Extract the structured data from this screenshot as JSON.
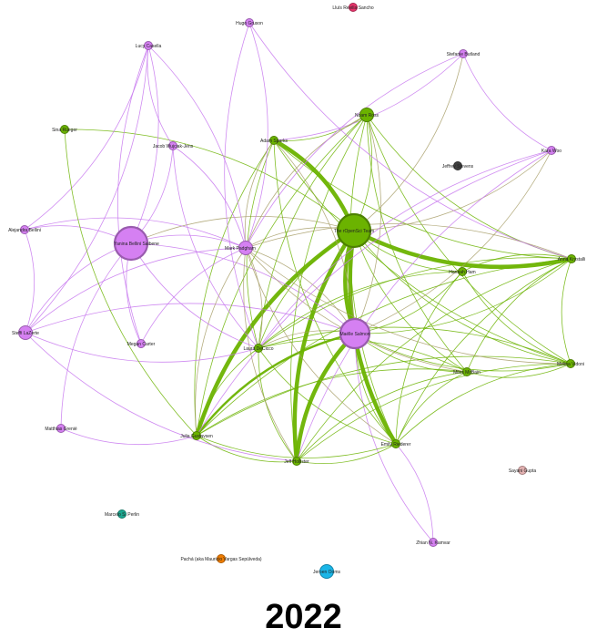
{
  "year_label": "2022",
  "colors": {
    "purple": "#d580f2",
    "green": "#6bb300",
    "green_edge": "#6bb300",
    "purple_edge": "#c777ee",
    "mixed_edge": "#a89f6a",
    "pink": "#e8336b",
    "dark": "#404040",
    "teal": "#1aa78f",
    "orange": "#f07d00",
    "cyan": "#1ab6e8",
    "rose": "#e3b1b1"
  },
  "nodes": [
    {
      "id": "llr",
      "label": "Lluís Revilla Sancho",
      "color": "pink",
      "size": "small"
    },
    {
      "id": "hug",
      "label": "Hugo Gruson",
      "color": "purple",
      "size": "small"
    },
    {
      "id": "luc",
      "label": "Lucy Casella",
      "color": "purple",
      "size": "small"
    },
    {
      "id": "stb",
      "label": "Stefanie Butland",
      "color": "purple",
      "size": "small"
    },
    {
      "id": "nro",
      "label": "Noam Ross",
      "color": "green",
      "size": "medium"
    },
    {
      "id": "sin",
      "label": "Sina Rüeger",
      "color": "green",
      "size": "small"
    },
    {
      "id": "jwj",
      "label": "Jacob Wujciak-Jens",
      "color": "purple",
      "size": "small"
    },
    {
      "id": "asp",
      "label": "Adam Sparks",
      "color": "green",
      "size": "small"
    },
    {
      "id": "kwo",
      "label": "Kara Woo",
      "color": "purple",
      "size": "small"
    },
    {
      "id": "jst",
      "label": "Jeffrey Stevens",
      "color": "dark",
      "size": "small"
    },
    {
      "id": "abe",
      "label": "Alejandra Bellini",
      "color": "purple",
      "size": "small"
    },
    {
      "id": "ybs",
      "label": "Yanina Bellini Saibene",
      "color": "purple",
      "size": "xlarge"
    },
    {
      "id": "mpa",
      "label": "Mark Padgham",
      "color": "purple",
      "size": "medium"
    },
    {
      "id": "ros",
      "label": "The rOpenSci Team",
      "color": "green",
      "size": "xlarge"
    },
    {
      "id": "abo",
      "label": "Anna Krystalli",
      "color": "green",
      "size": "small"
    },
    {
      "id": "hhe",
      "label": "Hannah Ham",
      "color": "green",
      "size": "small"
    },
    {
      "id": "sla",
      "label": "Steffi LaZerte",
      "color": "purple",
      "size": "medium"
    },
    {
      "id": "msa",
      "label": "Maëlle Salmon",
      "color": "purple",
      "size": "large"
    },
    {
      "id": "meg",
      "label": "Megan Carter",
      "color": "purple",
      "size": "small"
    },
    {
      "id": "lde",
      "label": "Laura DeCicco",
      "color": "green",
      "size": "small"
    },
    {
      "id": "mli",
      "label": "Miles McBain",
      "color": "green",
      "size": "small"
    },
    {
      "id": "mvi",
      "label": "Melina Vidoni",
      "color": "green",
      "size": "small"
    },
    {
      "id": "mgr",
      "label": "Matthias Grenié",
      "color": "purple",
      "size": "small"
    },
    {
      "id": "jgu",
      "label": "Julia Gustavsen",
      "color": "green",
      "size": "small"
    },
    {
      "id": "ebr",
      "label": "Emily Riederer",
      "color": "green",
      "size": "small"
    },
    {
      "id": "jho",
      "label": "Jeff Hollister",
      "color": "green",
      "size": "small"
    },
    {
      "id": "sgu",
      "label": "Sayani Gupta",
      "color": "rose",
      "size": "small"
    },
    {
      "id": "mpe",
      "label": "Marcelo S. Perlin",
      "color": "teal",
      "size": "small"
    },
    {
      "id": "zku",
      "label": "Zhian N. Kamvar",
      "color": "purple",
      "size": "small"
    },
    {
      "id": "pvs",
      "label": "Pachá (aka Mauricio Vargas Sepúlveda)",
      "color": "orange",
      "size": "small"
    },
    {
      "id": "joo",
      "label": "Jeroen Ooms",
      "color": "cyan",
      "size": "medium"
    }
  ],
  "edges": [
    [
      "ros",
      "msa",
      "green",
      "heavy"
    ],
    [
      "ros",
      "asp",
      "green",
      "heavy"
    ],
    [
      "ros",
      "abo",
      "green",
      "heavy"
    ],
    [
      "ros",
      "jgu",
      "green",
      "heavy"
    ],
    [
      "ros",
      "jho",
      "green",
      "heavy"
    ],
    [
      "ros",
      "ebr",
      "green",
      "heavy"
    ],
    [
      "msa",
      "jho",
      "green",
      "heavy"
    ],
    [
      "msa",
      "jgu",
      "green",
      "medium"
    ],
    [
      "ros",
      "nro",
      "green",
      "normal"
    ],
    [
      "ros",
      "lde",
      "green",
      "normal"
    ],
    [
      "ros",
      "mli",
      "green",
      "normal"
    ],
    [
      "ros",
      "mvi",
      "green",
      "normal"
    ],
    [
      "ros",
      "hhe",
      "green",
      "normal"
    ],
    [
      "ros",
      "mpa",
      "mixed",
      "normal"
    ],
    [
      "ros",
      "ybs",
      "mixed",
      "normal"
    ],
    [
      "ros",
      "kwo",
      "mixed",
      "normal"
    ],
    [
      "ros",
      "stb",
      "mixed",
      "normal"
    ],
    [
      "ros",
      "sin",
      "green",
      "normal"
    ],
    [
      "msa",
      "mpa",
      "mixed",
      "normal"
    ],
    [
      "msa",
      "asp",
      "mixed",
      "normal"
    ],
    [
      "msa",
      "nro",
      "mixed",
      "normal"
    ],
    [
      "msa",
      "abo",
      "green",
      "normal"
    ],
    [
      "msa",
      "mvi",
      "green",
      "normal"
    ],
    [
      "msa",
      "mli",
      "green",
      "normal"
    ],
    [
      "msa",
      "ebr",
      "green",
      "normal"
    ],
    [
      "msa",
      "lde",
      "mixed",
      "normal"
    ],
    [
      "msa",
      "hhe",
      "green",
      "normal"
    ],
    [
      "msa",
      "ybs",
      "purple",
      "normal"
    ],
    [
      "msa",
      "sla",
      "purple",
      "normal"
    ],
    [
      "msa",
      "zku",
      "purple",
      "normal"
    ],
    [
      "msa",
      "kwo",
      "mixed",
      "normal"
    ],
    [
      "asp",
      "nro",
      "green",
      "normal"
    ],
    [
      "asp",
      "abo",
      "green",
      "normal"
    ],
    [
      "asp",
      "jgu",
      "green",
      "normal"
    ],
    [
      "asp",
      "lde",
      "green",
      "normal"
    ],
    [
      "asp",
      "mvi",
      "green",
      "normal"
    ],
    [
      "asp",
      "ebr",
      "green",
      "normal"
    ],
    [
      "asp",
      "mpa",
      "mixed",
      "normal"
    ],
    [
      "asp",
      "stb",
      "purple",
      "normal"
    ],
    [
      "nro",
      "lde",
      "green",
      "normal"
    ],
    [
      "nro",
      "jgu",
      "green",
      "normal"
    ],
    [
      "nro",
      "mli",
      "green",
      "normal"
    ],
    [
      "nro",
      "ebr",
      "green",
      "normal"
    ],
    [
      "nro",
      "jho",
      "green",
      "normal"
    ],
    [
      "nro",
      "mvi",
      "green",
      "normal"
    ],
    [
      "nro",
      "abo",
      "green",
      "normal"
    ],
    [
      "nro",
      "mpa",
      "mixed",
      "normal"
    ],
    [
      "abo",
      "hhe",
      "green",
      "normal"
    ],
    [
      "abo",
      "mvi",
      "green",
      "normal"
    ],
    [
      "abo",
      "mli",
      "green",
      "normal"
    ],
    [
      "abo",
      "lde",
      "green",
      "normal"
    ],
    [
      "abo",
      "jgu",
      "green",
      "normal"
    ],
    [
      "abo",
      "ebr",
      "green",
      "normal"
    ],
    [
      "abo",
      "jho",
      "green",
      "normal"
    ],
    [
      "abo",
      "mpa",
      "mixed",
      "normal"
    ],
    [
      "mli",
      "mvi",
      "green",
      "normal"
    ],
    [
      "mli",
      "lde",
      "green",
      "normal"
    ],
    [
      "mli",
      "jgu",
      "green",
      "normal"
    ],
    [
      "mli",
      "ebr",
      "green",
      "normal"
    ],
    [
      "mli",
      "jho",
      "green",
      "normal"
    ],
    [
      "mvi",
      "lde",
      "green",
      "normal"
    ],
    [
      "mvi",
      "ebr",
      "green",
      "normal"
    ],
    [
      "mvi",
      "jgu",
      "green",
      "normal"
    ],
    [
      "mvi",
      "jho",
      "green",
      "normal"
    ],
    [
      "hhe",
      "lde",
      "green",
      "normal"
    ],
    [
      "hhe",
      "mvi",
      "green",
      "normal"
    ],
    [
      "hhe",
      "ebr",
      "green",
      "normal"
    ],
    [
      "lde",
      "jgu",
      "green",
      "normal"
    ],
    [
      "lde",
      "jho",
      "green",
      "normal"
    ],
    [
      "lde",
      "ebr",
      "green",
      "normal"
    ],
    [
      "lde",
      "mpa",
      "mixed",
      "normal"
    ],
    [
      "jgu",
      "ebr",
      "green",
      "normal"
    ],
    [
      "jgu",
      "jho",
      "green",
      "normal"
    ],
    [
      "jho",
      "ebr",
      "green",
      "normal"
    ],
    [
      "mpa",
      "jgu",
      "mixed",
      "normal"
    ],
    [
      "mpa",
      "jho",
      "mixed",
      "normal"
    ],
    [
      "mpa",
      "ybs",
      "purple",
      "normal"
    ],
    [
      "mpa",
      "jwj",
      "purple",
      "normal"
    ],
    [
      "mpa",
      "luc",
      "purple",
      "normal"
    ],
    [
      "mpa",
      "hug",
      "purple",
      "normal"
    ],
    [
      "mpa",
      "sla",
      "purple",
      "normal"
    ],
    [
      "mpa",
      "meg",
      "purple",
      "normal"
    ],
    [
      "mpa",
      "abe",
      "purple",
      "normal"
    ],
    [
      "mpa",
      "mvi",
      "mixed",
      "normal"
    ],
    [
      "mpa",
      "ebr",
      "mixed",
      "normal"
    ],
    [
      "mpa",
      "mli",
      "mixed",
      "normal"
    ],
    [
      "ybs",
      "sla",
      "purple",
      "normal"
    ],
    [
      "ybs",
      "abe",
      "purple",
      "normal"
    ],
    [
      "ybs",
      "luc",
      "purple",
      "normal"
    ],
    [
      "ybs",
      "jwj",
      "purple",
      "normal"
    ],
    [
      "ybs",
      "lde",
      "purple",
      "normal"
    ],
    [
      "ybs",
      "meg",
      "purple",
      "normal"
    ],
    [
      "ybs",
      "mgr",
      "purple",
      "normal"
    ],
    [
      "sla",
      "abe",
      "purple",
      "normal"
    ],
    [
      "sla",
      "luc",
      "purple",
      "normal"
    ],
    [
      "sla",
      "lde",
      "purple",
      "normal"
    ],
    [
      "abe",
      "luc",
      "purple",
      "normal"
    ],
    [
      "luc",
      "jwj",
      "purple",
      "normal"
    ],
    [
      "luc",
      "meg",
      "purple",
      "normal"
    ],
    [
      "jwj",
      "lde",
      "purple",
      "normal"
    ],
    [
      "hug",
      "lde",
      "purple",
      "normal"
    ],
    [
      "hug",
      "abo",
      "purple",
      "normal"
    ],
    [
      "stb",
      "kwo",
      "purple",
      "normal"
    ],
    [
      "stb",
      "mpa",
      "purple",
      "normal"
    ],
    [
      "kwo",
      "jho",
      "purple",
      "normal"
    ],
    [
      "kwo",
      "jgu",
      "purple",
      "normal"
    ],
    [
      "kwo",
      "lde",
      "purple",
      "normal"
    ],
    [
      "mgr",
      "jgu",
      "purple",
      "normal"
    ],
    [
      "sin",
      "jgu",
      "green",
      "normal"
    ],
    [
      "sla",
      "jho",
      "purple",
      "normal"
    ],
    [
      "zku",
      "ebr",
      "purple",
      "normal"
    ]
  ]
}
